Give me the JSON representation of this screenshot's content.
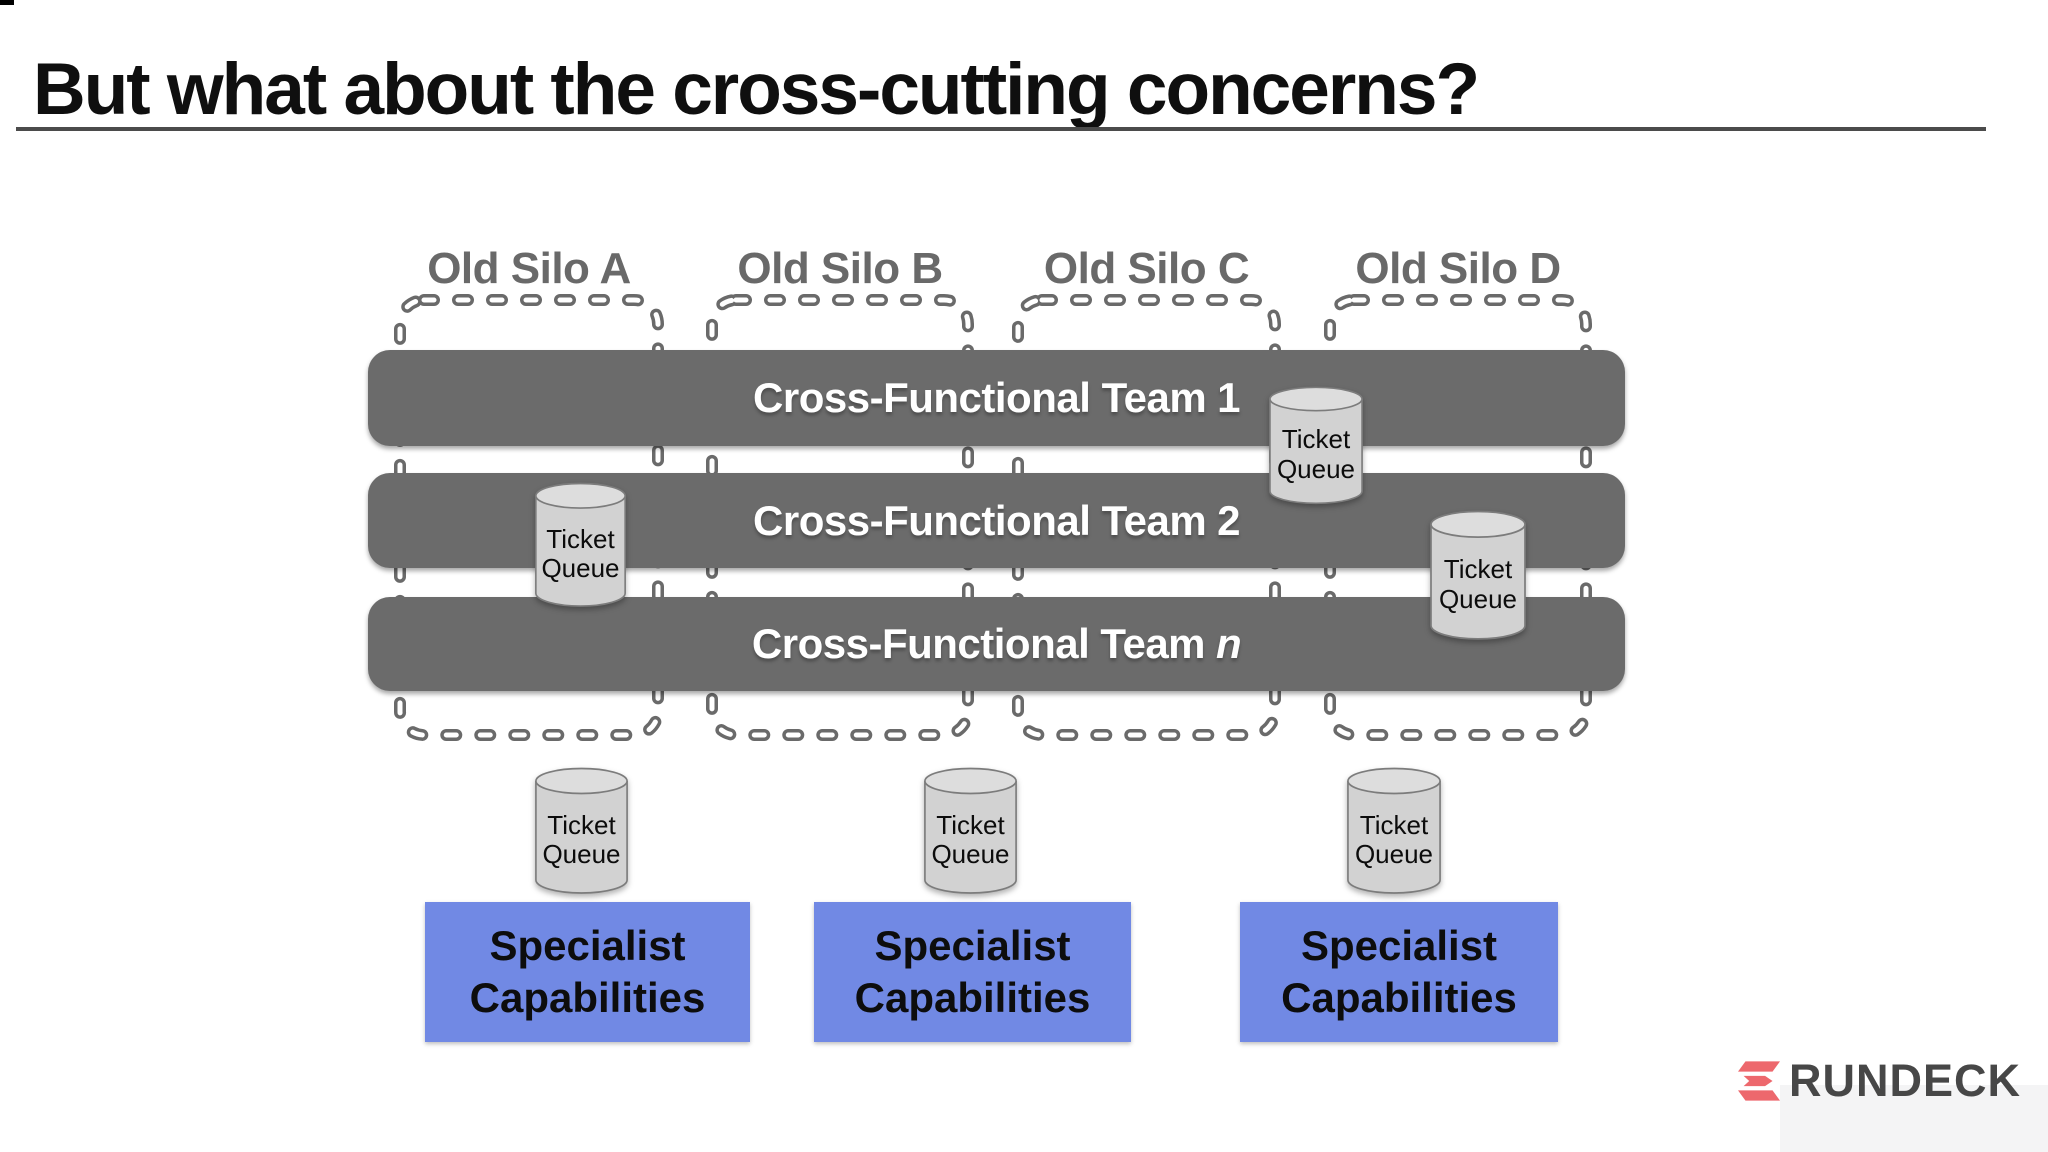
{
  "slide": {
    "title": "But what about the cross-cutting concerns?"
  },
  "diagram": {
    "silos": [
      {
        "label": "Old Silo A"
      },
      {
        "label": "Old Silo B"
      },
      {
        "label": "Old Silo C"
      },
      {
        "label": "Old Silo D"
      }
    ],
    "teams": [
      {
        "prefix": "Cross-Functional Team",
        "suffix": "1"
      },
      {
        "prefix": "Cross-Functional Team",
        "suffix": "2"
      },
      {
        "prefix": "Cross-Functional Team",
        "suffix": "n"
      }
    ],
    "ticket_queue_label": "Ticket Queue",
    "specialist_label": "Specialist Capabilities"
  },
  "footer": {
    "brand": "RUNDECK"
  },
  "colors": {
    "team_bar_gray": "#6b6b6b",
    "silo_dash_gray": "#6a6a6a",
    "cylinder_fill": "#d2d2d2",
    "cylinder_top": "#dddddd",
    "specialist_blue": "#7189e4",
    "brand_red": "#ed686d",
    "title_text": "#0f0f0f",
    "silo_label_text": "#696969",
    "team_bar_text": "#ffffff"
  }
}
